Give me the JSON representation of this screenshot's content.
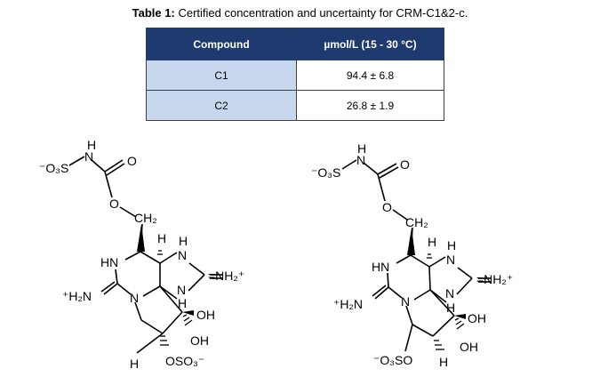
{
  "caption": {
    "label": "Table 1:",
    "text": "Certified concentration and uncertainty for CRM-C1&2-c."
  },
  "table": {
    "headers": [
      "Compound",
      "µmol/L (15 - 30 °C)"
    ],
    "rows": [
      [
        "C1",
        "94.4 ± 6.8"
      ],
      [
        "C2",
        "26.8 ± 1.9"
      ]
    ]
  },
  "structures": {
    "left": {
      "nh_h": "H",
      "nh_n": "N",
      "so3": "⁻O₃S",
      "carbonyl_o": "O",
      "ester_o": "O",
      "ch2": "CH₂",
      "hn": "HN",
      "h_top": "H",
      "n_top": "N",
      "h_top2": "H",
      "nh2_plus": "=NH₂⁺",
      "n_ring": "N",
      "h_ring": "H",
      "h2n_plus": "⁺H₂N",
      "n_bridge": "N",
      "oh1": "OH",
      "oh2": "OH",
      "h_bottom": "H",
      "oso3": "OSO₃⁻"
    },
    "right": {
      "nh_h": "H",
      "nh_n": "N",
      "so3": "⁻O₃S",
      "carbonyl_o": "O",
      "ester_o": "O",
      "ch2": "CH₂",
      "hn": "HN",
      "h_top": "H",
      "n_top": "N",
      "h_top2": "H",
      "nh2_plus": "=NH₂⁺",
      "n_ring": "N",
      "h_ring": "H",
      "h2n_plus": "⁺H₂N",
      "n_bridge": "N",
      "oh1": "OH",
      "oh2": "OH",
      "h_bottom": "H",
      "oso3": "⁻O₃SO"
    }
  }
}
